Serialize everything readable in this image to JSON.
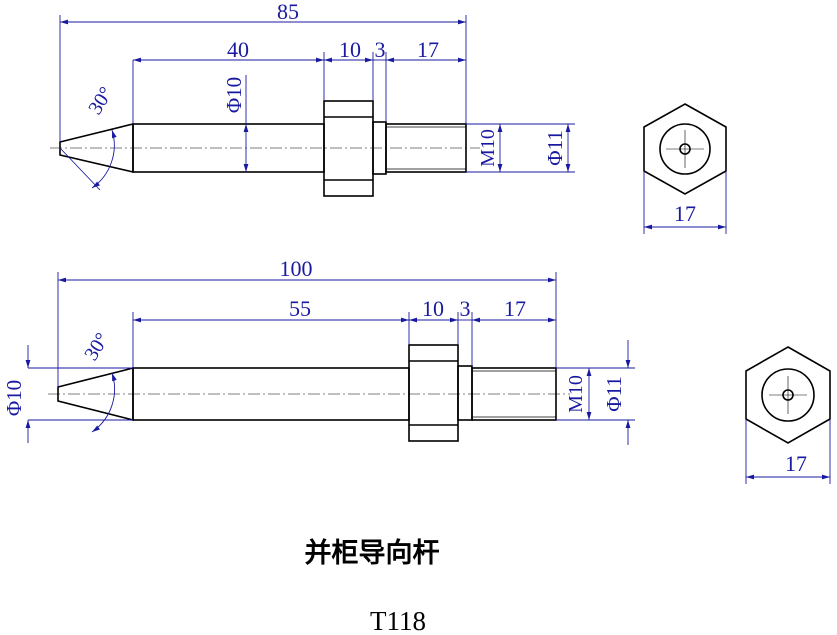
{
  "colors": {
    "object_line": "#000000",
    "dimension_line": "#1a1aa0",
    "background": "#ffffff"
  },
  "view1": {
    "overall_length": "85",
    "tip_length": "40",
    "nut_width": "10",
    "gap": "3",
    "thread_length": "17",
    "shank_diameter": "Φ10",
    "thread_spec": "M10",
    "thread_outer_diameter": "Φ11",
    "tip_angle": "30°"
  },
  "view1_end": {
    "across_flats": "17"
  },
  "view2": {
    "overall_length": "100",
    "shank_length": "55",
    "nut_width": "10",
    "gap": "3",
    "thread_length": "17",
    "shank_diameter": "Φ10",
    "thread_spec": "M10",
    "thread_outer_diameter": "Φ11",
    "tip_angle": "30°"
  },
  "view2_end": {
    "across_flats": "17"
  },
  "title": "并柜导向杆",
  "part_code": "T118"
}
